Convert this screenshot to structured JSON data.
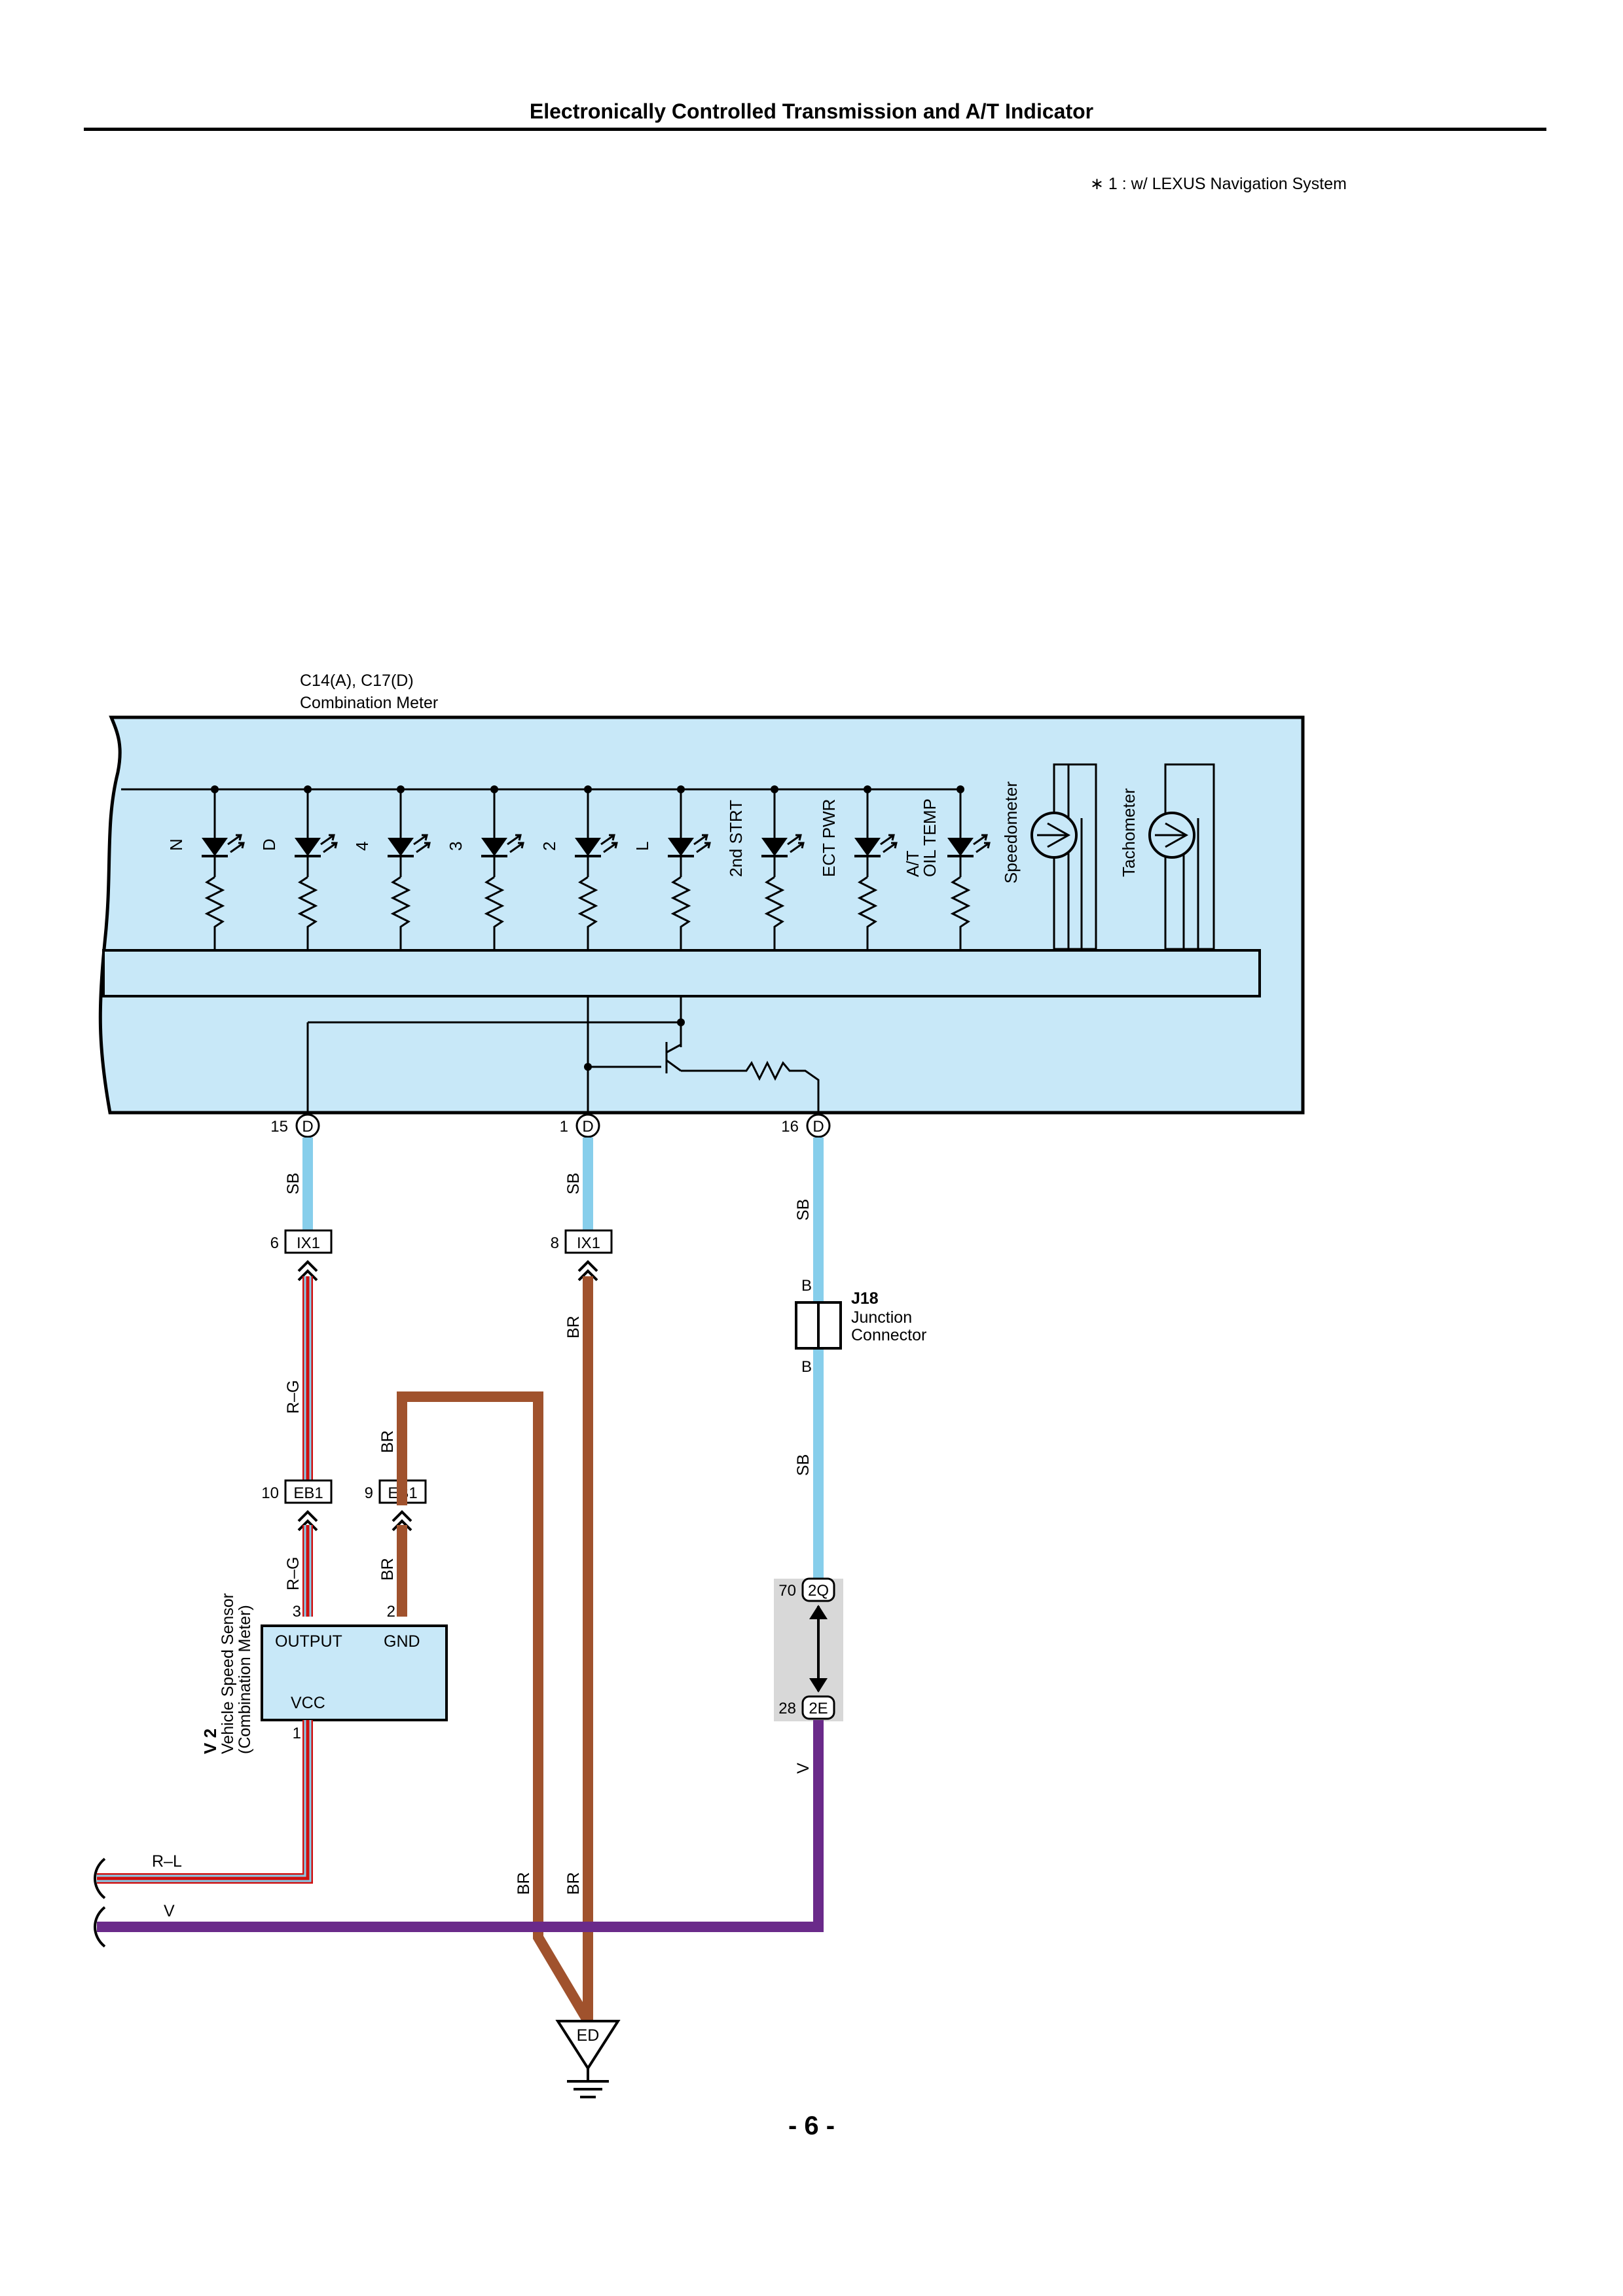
{
  "header": {
    "title": "Electronically Controlled Transmission and A/T Indicator"
  },
  "note": "∗ 1 : w/ LEXUS Navigation System",
  "page_number": "- 6 -",
  "colors": {
    "meter_fill": "#c8e8f8",
    "sb": "#87ceeb",
    "br": "#a0522d",
    "v": "#6a2a8a",
    "red": "#d01010",
    "gray_box": "#d8d8d8"
  },
  "meter": {
    "connectors": "C14(A), C17(D)",
    "name": "Combination Meter",
    "indicators": [
      "N",
      "D",
      "4",
      "3",
      "2",
      "L",
      "2nd STRT",
      "ECT PWR",
      "A/T",
      "OIL TEMP"
    ],
    "gauges": [
      "Speedometer",
      "Tachometer"
    ],
    "pins": [
      {
        "num": "15",
        "conn": "D"
      },
      {
        "num": "1",
        "conn": "D"
      },
      {
        "num": "16",
        "conn": "D"
      }
    ]
  },
  "wires": {
    "sb": "SB",
    "br": "BR",
    "rg": "R–G",
    "rl": "R–L",
    "v": "V",
    "b": "B"
  },
  "connectors": {
    "ix1_a": {
      "pin": "6",
      "name": "IX1"
    },
    "ix1_b": {
      "pin": "8",
      "name": "IX1"
    },
    "eb1_a": {
      "pin": "10",
      "name": "EB1"
    },
    "eb1_b": {
      "pin": "9",
      "name": "EB1"
    },
    "q2": {
      "pin": "70",
      "name": "2Q"
    },
    "e2": {
      "pin": "28",
      "name": "2E"
    }
  },
  "junction": {
    "id": "J18",
    "line1": "Junction",
    "line2": "Connector"
  },
  "sensor": {
    "id": "V 2",
    "name": "Vehicle Speed Sensor",
    "sub": "(Combination Meter)",
    "output": "OUTPUT",
    "gnd": "GND",
    "vcc": "VCC",
    "pin_output": "3",
    "pin_gnd": "2",
    "pin_vcc": "1"
  },
  "ground": {
    "name": "ED"
  }
}
